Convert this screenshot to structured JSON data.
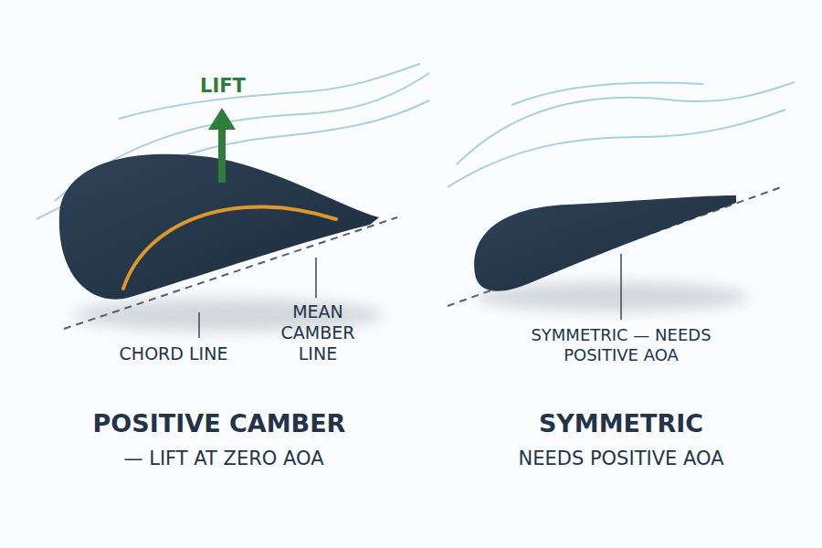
{
  "diagram": {
    "labels": [
      "LIFT",
      "MEAN CAMBER LINE",
      "CHORD LINE",
      "SYMMETRIC — NEEDS POSITIVE AOA",
      "POSITIVE CAMBER",
      "— LIFT AT ZERO AOA",
      "SYMMETRIC",
      "NEEDS POSITIVE AOA"
    ]
  }
}
